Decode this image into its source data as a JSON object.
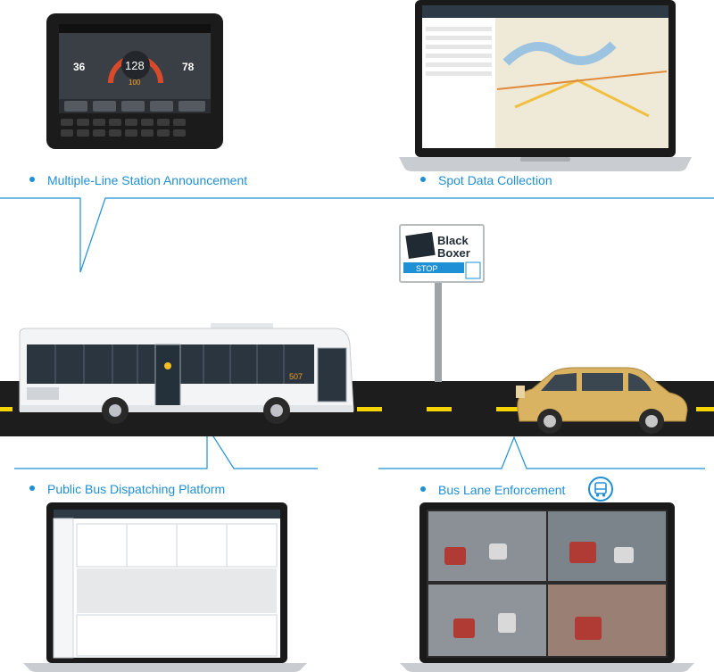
{
  "labels": {
    "announcement": "Multiple-Line Station Announcement",
    "spot_data": "Spot Data Collection",
    "dispatching": "Public Bus Dispatching Platform",
    "lane_enforcement": "Bus Lane Enforcement"
  },
  "sign": {
    "brand_line1": "Black",
    "brand_line2": "Boxer",
    "stop": "STOP"
  },
  "bus": {
    "route": "507"
  },
  "device": {
    "speed": "128",
    "left_value": "36",
    "right_value": "78",
    "sub_value": "100"
  },
  "colors": {
    "accent": "#1f8fd6",
    "road": "#1d1d1d",
    "lane": "#f5d400",
    "car": "#d9b262"
  }
}
